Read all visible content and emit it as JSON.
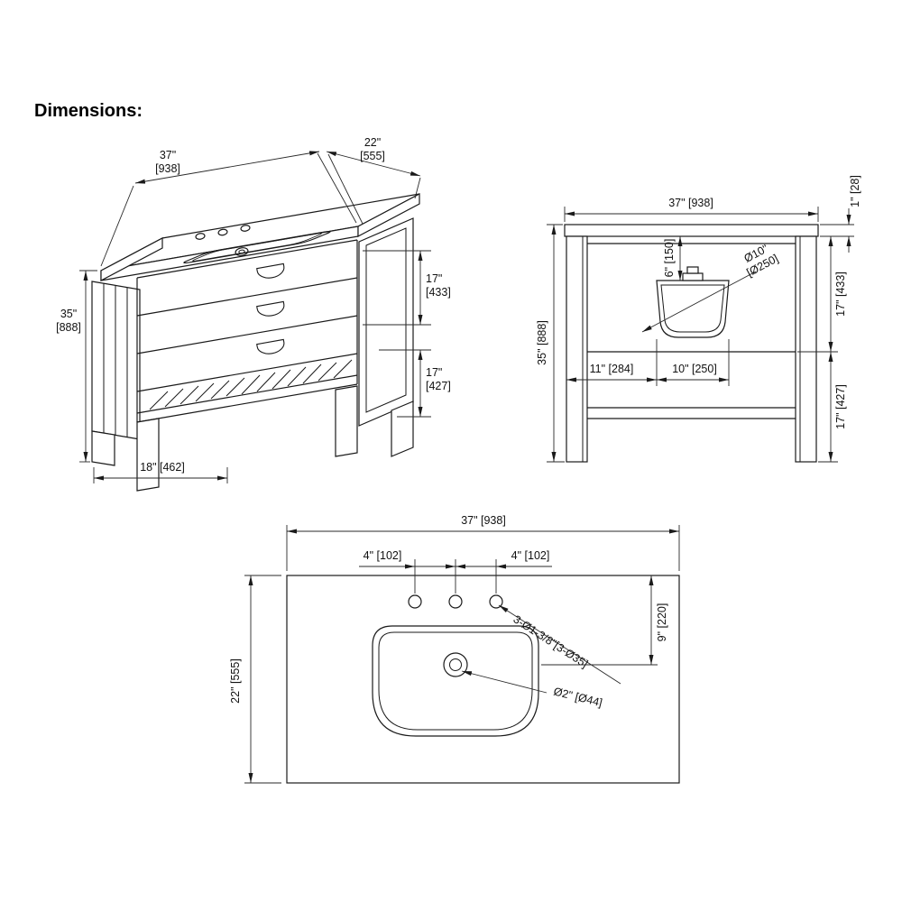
{
  "title": "Dimensions:",
  "colors": {
    "line": "#1a1a1a",
    "background": "#ffffff"
  },
  "iso_view": {
    "width_in": "37\"",
    "width_mm": "[938]",
    "depth_in": "22\"",
    "depth_mm": "[555]",
    "height_in": "35\"",
    "height_mm": "[888]",
    "upper_section_in": "17\"",
    "upper_section_mm": "[433]",
    "lower_section_in": "17\"",
    "lower_section_mm": "[427]",
    "base_depth": "18\" [462]"
  },
  "front_view": {
    "width": "37\" [938]",
    "counter_thickness": "1\" [28]",
    "bowl_depth": "6\" [150]",
    "bowl_dia_in": "Ø10\"",
    "bowl_dia_mm": "[Ø250]",
    "upper_section": "17\" [433]",
    "height": "35\" [888]",
    "left_offset": "11\" [284]",
    "bowl_width": "10\" [250]",
    "lower_section": "17\" [427]"
  },
  "top_view": {
    "width": "37\" [938]",
    "hole_spacing_left": "4\" [102]",
    "hole_spacing_right": "4\" [102]",
    "faucet_holes": "3-Ø1-3/8\"[3-Ø35]",
    "drain_setback": "9\" [220]",
    "depth": "22\" [555]",
    "drain_dia": "Ø2\" [Ø44]"
  }
}
